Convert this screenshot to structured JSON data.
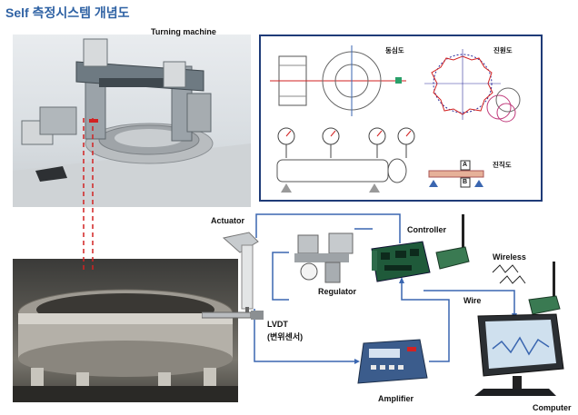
{
  "title": "Self 측정시스템 개념도",
  "labels": {
    "turning_machine": "Turning machine",
    "actuator": "Actuator",
    "controller": "Controller",
    "regulator": "Regulator",
    "wireless": "Wireless",
    "wire": "Wire",
    "lvdt_line1": "LVDT",
    "lvdt_line2": "(변위센서)",
    "amplifier": "Amplifier",
    "computer": "Computer"
  },
  "panel_labels": {
    "concentricity": "동심도",
    "roundness": "진원도",
    "straightness": "진직도",
    "point_a": "A",
    "point_b": "B"
  },
  "colors": {
    "title": "#2f62a4",
    "panel_border": "#1f3b78",
    "connector": "#3a66b0",
    "dashed_link": "#d22222"
  }
}
